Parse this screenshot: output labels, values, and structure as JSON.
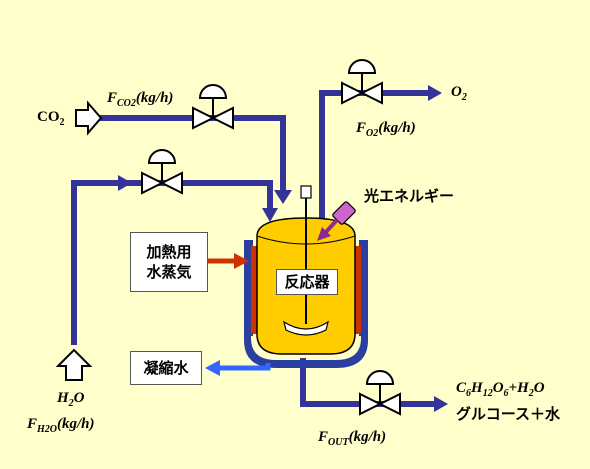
{
  "labels": {
    "co2": "CO",
    "co2_sub": "2",
    "f_co2_f": "F",
    "f_co2_sub": "CO2",
    "f_co2_unit": "(kg/h)",
    "o2": "O",
    "o2_sub": "2",
    "f_o2_f": "F",
    "f_o2_sub": "O2",
    "f_o2_unit": "(kg/h)",
    "light_energy": "光エネルギー",
    "heating_steam_line1": "加熱用",
    "heating_steam_line2": "水蒸気",
    "reactor": "反応器",
    "condensate": "凝縮水",
    "h2o": "H",
    "h2o_sub": "2",
    "h2o_o": "O",
    "f_h2o_f": "F",
    "f_h2o_sub": "H2O",
    "f_h2o_unit": "(kg/h)",
    "f_out_f": "F",
    "f_out_sub": "OUT",
    "f_out_unit": "(kg/h)",
    "product_formula": {
      "c": "C",
      "c_sub": "6",
      "h": "H",
      "h_sub": "12",
      "o": "O",
      "o_sub": "6",
      "plus": "+H",
      "h2_sub": "2",
      "o_end": "O"
    },
    "product_jp": "グルコース＋水"
  },
  "colors": {
    "background": "#ffffcc",
    "pipe": "#333399",
    "reactor_fill": "#ffcc00",
    "jacket": "#2b3fa0",
    "heater_band": "#cc3300",
    "steam_arrow": "#cc3300",
    "condensate_arrow": "#3366ff",
    "light_arrow": "#8b2c8b"
  },
  "icons": [
    "valve-icon",
    "hollow-arrow-icon",
    "light-source-icon",
    "stirrer-icon"
  ]
}
